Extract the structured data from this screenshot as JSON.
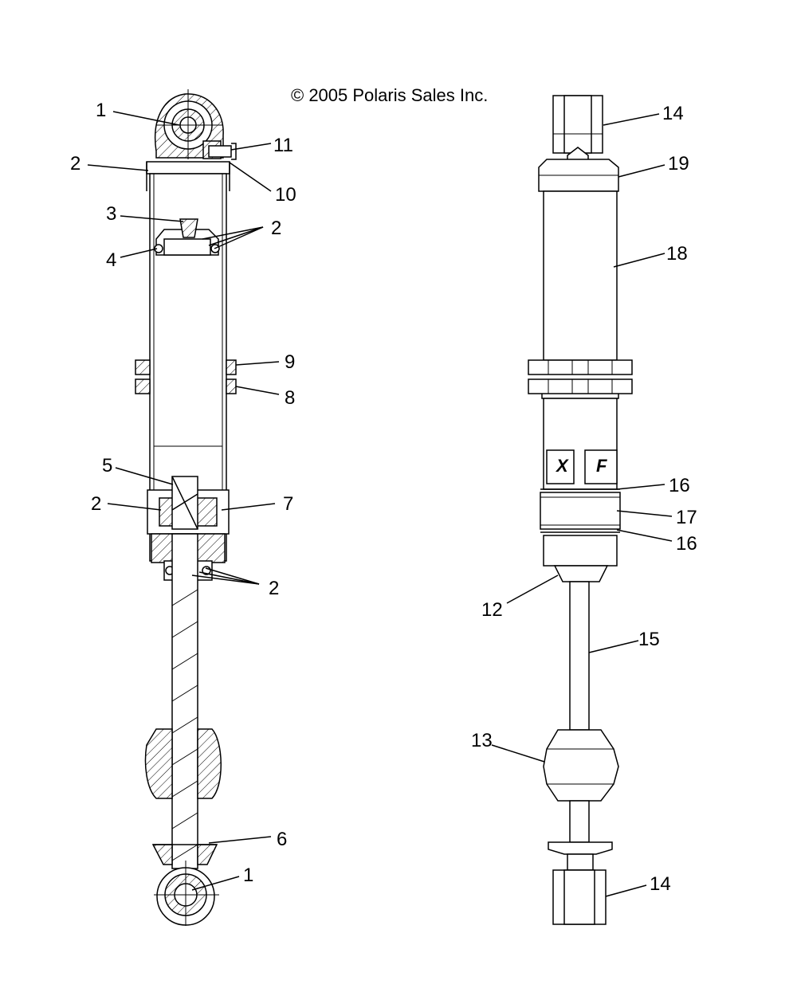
{
  "copyright": "© 2005 Polaris Sales Inc.",
  "logo_fragments": [
    "X",
    "F"
  ],
  "callouts": {
    "left": [
      "1",
      "2",
      "3",
      "2",
      "4",
      "11",
      "10",
      "9",
      "8",
      "5",
      "2",
      "7",
      "2",
      "6",
      "1"
    ],
    "right": [
      "14",
      "19",
      "18",
      "16",
      "17",
      "16",
      "12",
      "15",
      "13",
      "14"
    ]
  }
}
